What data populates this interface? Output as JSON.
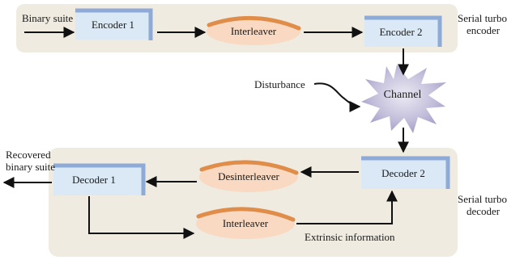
{
  "encoder": {
    "input_label": "Binary suite",
    "encoder1": "Encoder 1",
    "interleaver": "Interleaver",
    "encoder2": "Encoder 2",
    "group_label_line1": "Serial turbo-",
    "group_label_line2": "encoder"
  },
  "channel": {
    "label": "Channel",
    "disturbance": "Disturbance"
  },
  "decoder": {
    "output_label_line1": "Recovered",
    "output_label_line2": "binary suite",
    "decoder1": "Decoder 1",
    "desinterleaver": "Desinterleaver",
    "decoder2": "Decoder 2",
    "interleaver": "Interleaver",
    "extrinsic": "Extrinsic information",
    "group_label_line1": "Serial turbo-",
    "group_label_line2": "decoder"
  },
  "colors": {
    "panel": "#efebe0",
    "box_fill": "#dbe9f6",
    "box_accent": "#8eaad6",
    "ellipse_fill": "#f9d9c2",
    "ellipse_accent": "#e08d4a",
    "channel_fill": "#b9b4d3",
    "arrow": "#111111"
  }
}
